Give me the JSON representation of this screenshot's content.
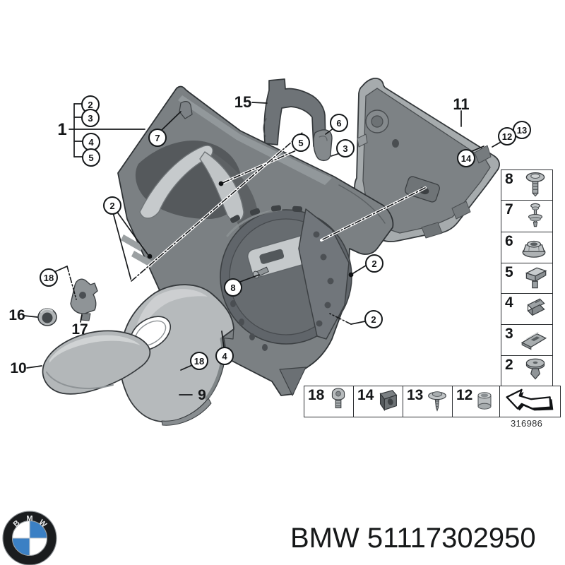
{
  "diagram": {
    "number": "316986",
    "plain_labels": [
      {
        "label": "1"
      },
      {
        "label": "15"
      },
      {
        "label": "11"
      },
      {
        "label": "16"
      },
      {
        "label": "17"
      },
      {
        "label": "10"
      },
      {
        "label": "9"
      }
    ],
    "circled_callouts": [
      {
        "label": "2"
      },
      {
        "label": "3"
      },
      {
        "label": "4"
      },
      {
        "label": "5"
      },
      {
        "label": "7"
      },
      {
        "label": "2"
      },
      {
        "label": "5"
      },
      {
        "label": "6"
      },
      {
        "label": "3"
      },
      {
        "label": "13"
      },
      {
        "label": "12"
      },
      {
        "label": "14"
      },
      {
        "label": "18"
      },
      {
        "label": "8"
      },
      {
        "label": "2"
      },
      {
        "label": "2"
      },
      {
        "label": "4"
      },
      {
        "label": "18"
      }
    ],
    "sidebar_rows": [
      {
        "label": "8",
        "icon": "flange-screw-icon"
      },
      {
        "label": "7",
        "icon": "expansion-rivet-icon"
      },
      {
        "label": "6",
        "icon": "flange-nut-icon"
      },
      {
        "label": "5",
        "icon": "t-clip-icon"
      },
      {
        "label": "4",
        "icon": "metal-clip-icon"
      },
      {
        "label": "3",
        "icon": "speed-nut-icon"
      },
      {
        "label": "2",
        "icon": "push-rivet-icon"
      }
    ],
    "bottom_cells": [
      {
        "label": "18",
        "icon": "torx-screw-icon"
      },
      {
        "label": "14",
        "icon": "j-clip-icon"
      },
      {
        "label": "13",
        "icon": "washer-screw-icon"
      },
      {
        "label": "12",
        "icon": "spacer-sleeve-icon"
      }
    ],
    "legend_arrow_icon": "direction-arrow-icon"
  },
  "footer": {
    "text": "BMW 51117302950",
    "logo_letters": [
      "B",
      "M",
      "W"
    ],
    "logo_colors": {
      "ring": "#1a1c1e",
      "blue": "#3b80c4",
      "white": "#ffffff"
    }
  }
}
